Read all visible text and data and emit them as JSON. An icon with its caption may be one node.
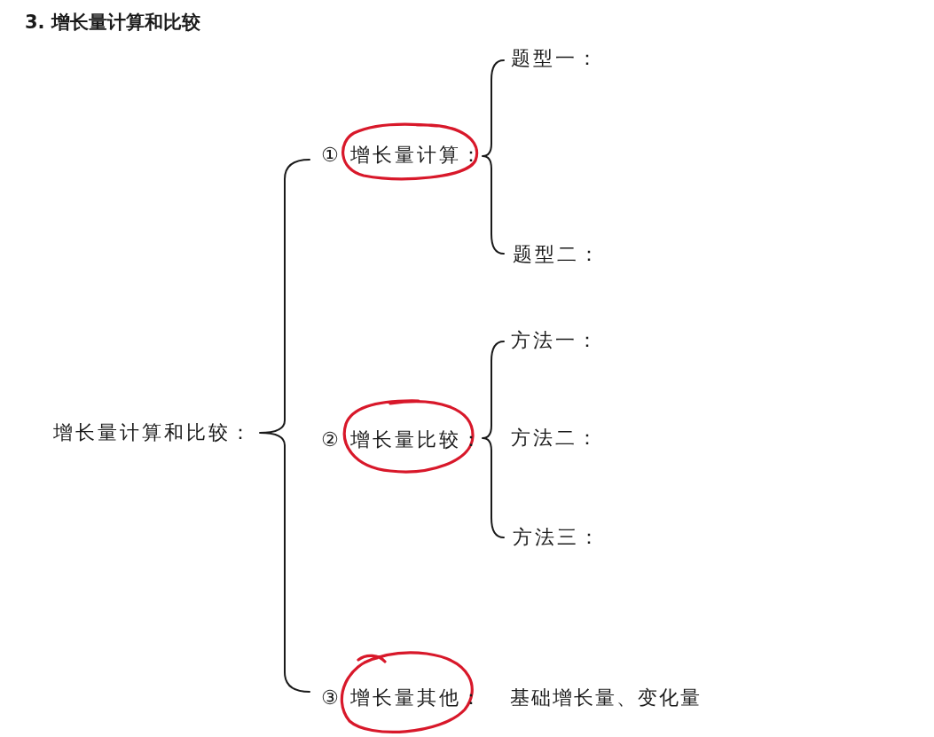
{
  "diagram": {
    "title": "3. 增长量计算和比较",
    "nodes": [
      {
        "text": [
          "增长量计算和比较："
        ]
      },
      {
        "text": [
          "① 增长量计算："
        ]
      },
      {
        "text": [
          "题型一："
        ]
      },
      {
        "text": [
          "题型二："
        ]
      },
      {
        "text": [
          "② 增长量比较："
        ]
      },
      {
        "text": [
          "方法一："
        ]
      },
      {
        "text": [
          "方法二："
        ]
      },
      {
        "text": [
          "方法三："
        ]
      },
      {
        "text": [
          "③ 增长量其他："
        ],
        "beside": [
          "基础增长量、变化量"
        ]
      }
    ]
  }
}
